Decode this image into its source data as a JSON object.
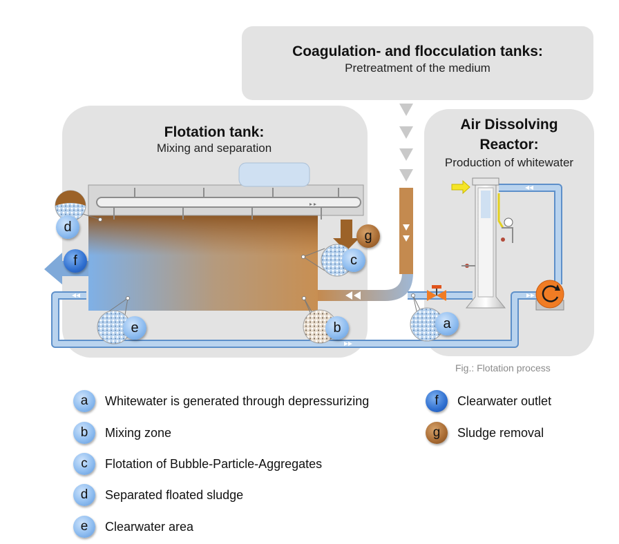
{
  "panels": {
    "coag": {
      "title": "Coagulation- and flocculation tanks:",
      "subtitle": "Pretreatment of the medium"
    },
    "flot": {
      "title": "Flotation tank:",
      "subtitle": "Mixing and separation"
    },
    "air": {
      "title_line1": "Air Dissolving",
      "title_line2": "Reactor:",
      "subtitle": "Production of whitewater"
    }
  },
  "caption": "Fig.: Flotation process",
  "markers": {
    "a": "a",
    "b": "b",
    "c": "c",
    "d": "d",
    "e": "e",
    "f": "f",
    "g": "g"
  },
  "legend": [
    {
      "letter": "a",
      "text": "Whitewater is generated through depressurizing",
      "color": "light-blue"
    },
    {
      "letter": "b",
      "text": "Mixing zone",
      "color": "light-blue"
    },
    {
      "letter": "c",
      "text": "Flotation of Bubble-Particle-Aggregates",
      "color": "light-blue"
    },
    {
      "letter": "d",
      "text": "Separated floated sludge",
      "color": "light-blue"
    },
    {
      "letter": "e",
      "text": "Clearwater area",
      "color": "light-blue"
    },
    {
      "letter": "f",
      "text": "Clearwater outlet",
      "color": "dark-blue"
    },
    {
      "letter": "g",
      "text": "Sludge removal",
      "color": "brown"
    }
  ],
  "colors": {
    "panel": "#e3e3e3",
    "water": "#7fb0e6",
    "sludge": "#9c6228",
    "pump": "#f07c24"
  }
}
